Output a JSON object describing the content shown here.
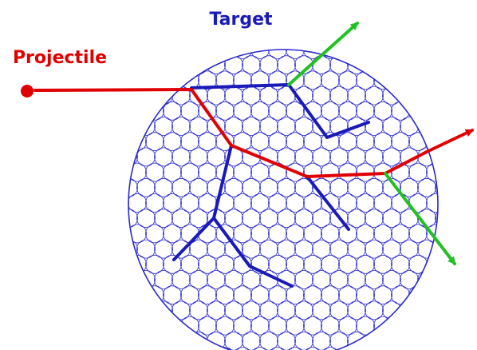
{
  "labels": {
    "target": "Target",
    "projectile": "Projectile"
  },
  "colors": {
    "target": "#1a1ab8",
    "projectile": "#e00000",
    "projectile_path": "#e00000",
    "recoil_path": "#1a1ab8",
    "ejected": "#22c022",
    "lattice": "#2a2ad0"
  },
  "icons": {
    "projectile_dot": "filled-red-circle",
    "ejected_arrow": "green-arrow",
    "scattered_arrow": "red-arrow"
  }
}
